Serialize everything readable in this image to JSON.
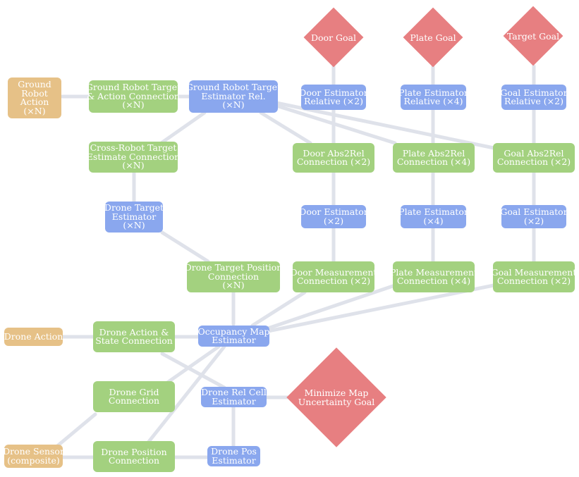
{
  "nodes": {
    "ground_robot_action": {
      "lines": [
        "Ground",
        "Robot",
        "Action",
        "(×N)"
      ]
    },
    "gr_target_action_conn": {
      "lines": [
        "Ground Robot Target",
        "& Action Connection",
        "(×N)"
      ]
    },
    "gr_target_est_rel": {
      "lines": [
        "Ground Robot Target",
        "Estimator Rel.",
        "(×N)"
      ]
    },
    "cross_robot_conn": {
      "lines": [
        "Cross-Robot Target",
        "Estimate Connection",
        "(×N)"
      ]
    },
    "drone_target_est": {
      "lines": [
        "Drone Target",
        "Estimator",
        "(×N)"
      ]
    },
    "drone_target_pos_conn": {
      "lines": [
        "Drone Target Position",
        "Connection",
        "(×N)"
      ]
    },
    "door_goal": {
      "lines": [
        "Door Goal"
      ]
    },
    "plate_goal": {
      "lines": [
        "Plate Goal"
      ]
    },
    "target_goal": {
      "lines": [
        "Target Goal"
      ]
    },
    "door_est_rel": {
      "lines": [
        "Door Estimator",
        "Relative (×2)"
      ]
    },
    "plate_est_rel": {
      "lines": [
        "Plate Estimator",
        "Relative (×4)"
      ]
    },
    "goal_est_rel": {
      "lines": [
        "Goal Estimator",
        "Relative (×2)"
      ]
    },
    "door_abs2rel": {
      "lines": [
        "Door Abs2Rel",
        "Connection (×2)"
      ]
    },
    "plate_abs2rel": {
      "lines": [
        "Plate Abs2Rel",
        "Connection (×4)"
      ]
    },
    "goal_abs2rel": {
      "lines": [
        "Goal Abs2Rel",
        "Connection (×2)"
      ]
    },
    "door_est": {
      "lines": [
        "Door Estimator",
        "(×2)"
      ]
    },
    "plate_est": {
      "lines": [
        "Plate Estimator",
        "(×4)"
      ]
    },
    "goal_est": {
      "lines": [
        "Goal Estimator",
        "(×2)"
      ]
    },
    "door_meas": {
      "lines": [
        "Door Measurement",
        "Connection (×2)"
      ]
    },
    "plate_meas": {
      "lines": [
        "Plate Measurement",
        "Connection (×4)"
      ]
    },
    "goal_meas": {
      "lines": [
        "Goal Measurement",
        "Connection (×2)"
      ]
    },
    "drone_action": {
      "lines": [
        "Drone Action"
      ]
    },
    "drone_action_state": {
      "lines": [
        "Drone Action &",
        "State Connection"
      ]
    },
    "occupancy_map_est": {
      "lines": [
        "Occupancy Map",
        "Estimator"
      ]
    },
    "drone_grid_conn": {
      "lines": [
        "Drone Grid",
        "Connection"
      ]
    },
    "drone_rel_cell_est": {
      "lines": [
        "Drone Rel Cell",
        "Estimator"
      ]
    },
    "min_map_uncertainty": {
      "lines": [
        "Minimize Map",
        "Uncertainty Goal"
      ]
    },
    "drone_sensor": {
      "lines": [
        "Drone Sensor",
        "(composite)"
      ]
    },
    "drone_pos_conn": {
      "lines": [
        "Drone Position",
        "Connection"
      ]
    },
    "drone_pos_est": {
      "lines": [
        "Drone Pos",
        "Estimator"
      ]
    }
  },
  "colors": {
    "connection": "#a3d17f",
    "estimator": "#8aa7ee",
    "input": "#e6c187",
    "goal": "#e77f81",
    "edge": "#dfe2ea"
  }
}
